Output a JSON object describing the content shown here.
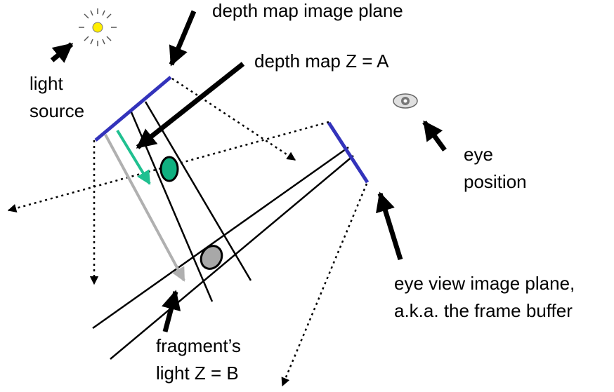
{
  "labels": {
    "depth_map_plane": "depth map image plane",
    "depth_map_z": "depth map Z  = A",
    "light_source_line1": "light",
    "light_source_line2": "source",
    "eye_position_line1": "eye",
    "eye_position_line2": "position",
    "eye_view_line1": "eye view image plane,",
    "eye_view_line2": "a.k.a. the frame buffer",
    "fragment_line1": "fragment’s",
    "fragment_line2": "light Z = B"
  },
  "colors": {
    "image_plane": "#3333bb",
    "depth_arrow": "#20c090",
    "depth_sample": "#10b080",
    "light_ray": "#b0b0b0",
    "fragment": "#a8a8a8",
    "sun": "#ffee00"
  },
  "icons": {
    "sun": "light-source-sun-icon",
    "eye": "eye-icon"
  }
}
